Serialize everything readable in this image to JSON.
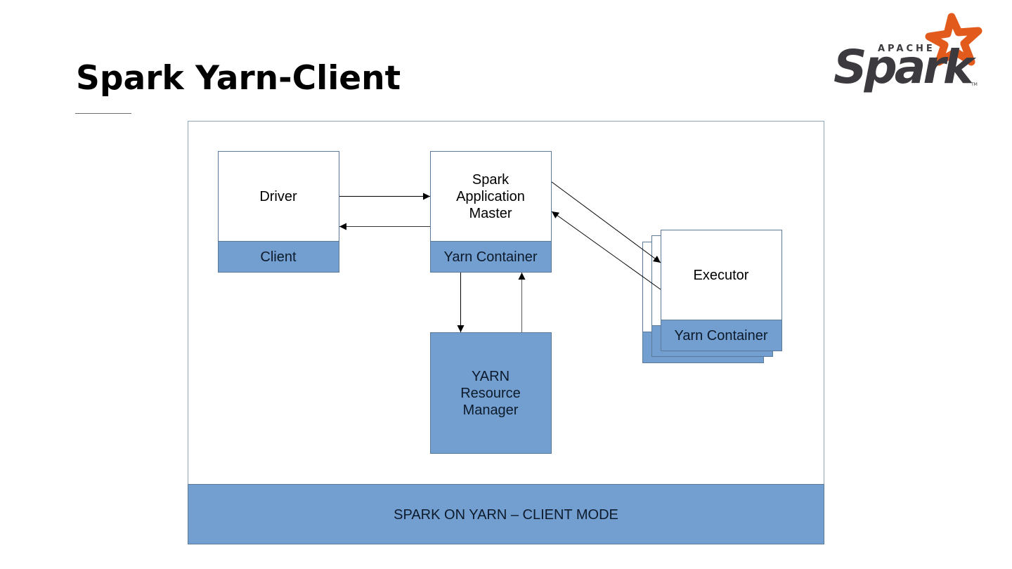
{
  "slide": {
    "title": "Spark Yarn-Client"
  },
  "logo": {
    "top_text": "APACHE",
    "word": "Spark",
    "trademark": "TM",
    "star_color": "#e25a1c",
    "text_color": "#3c3a3e"
  },
  "diagram": {
    "caption": "SPARK ON YARN – CLIENT MODE",
    "colors": {
      "fill_blue": "#729fcf",
      "border": "#5b7a99",
      "frame_border": "#8fa5b8",
      "arrow": "#000000"
    },
    "nodes": {
      "driver": {
        "label": "Driver",
        "band_label": "Client"
      },
      "app_master": {
        "label_lines": [
          "Spark",
          "Application",
          "Master"
        ],
        "band_label": "Yarn Container"
      },
      "resource_manager": {
        "label_lines": [
          "YARN",
          "Resource",
          "Manager"
        ]
      },
      "executor": {
        "label": "Executor",
        "band_label": "Yarn Container",
        "stack_count": 3
      }
    },
    "edges": [
      {
        "from": "driver",
        "to": "app_master"
      },
      {
        "from": "app_master",
        "to": "driver"
      },
      {
        "from": "app_master",
        "to": "resource_manager"
      },
      {
        "from": "resource_manager",
        "to": "app_master"
      },
      {
        "from": "app_master",
        "to": "executor"
      },
      {
        "from": "executor",
        "to": "app_master"
      }
    ]
  }
}
